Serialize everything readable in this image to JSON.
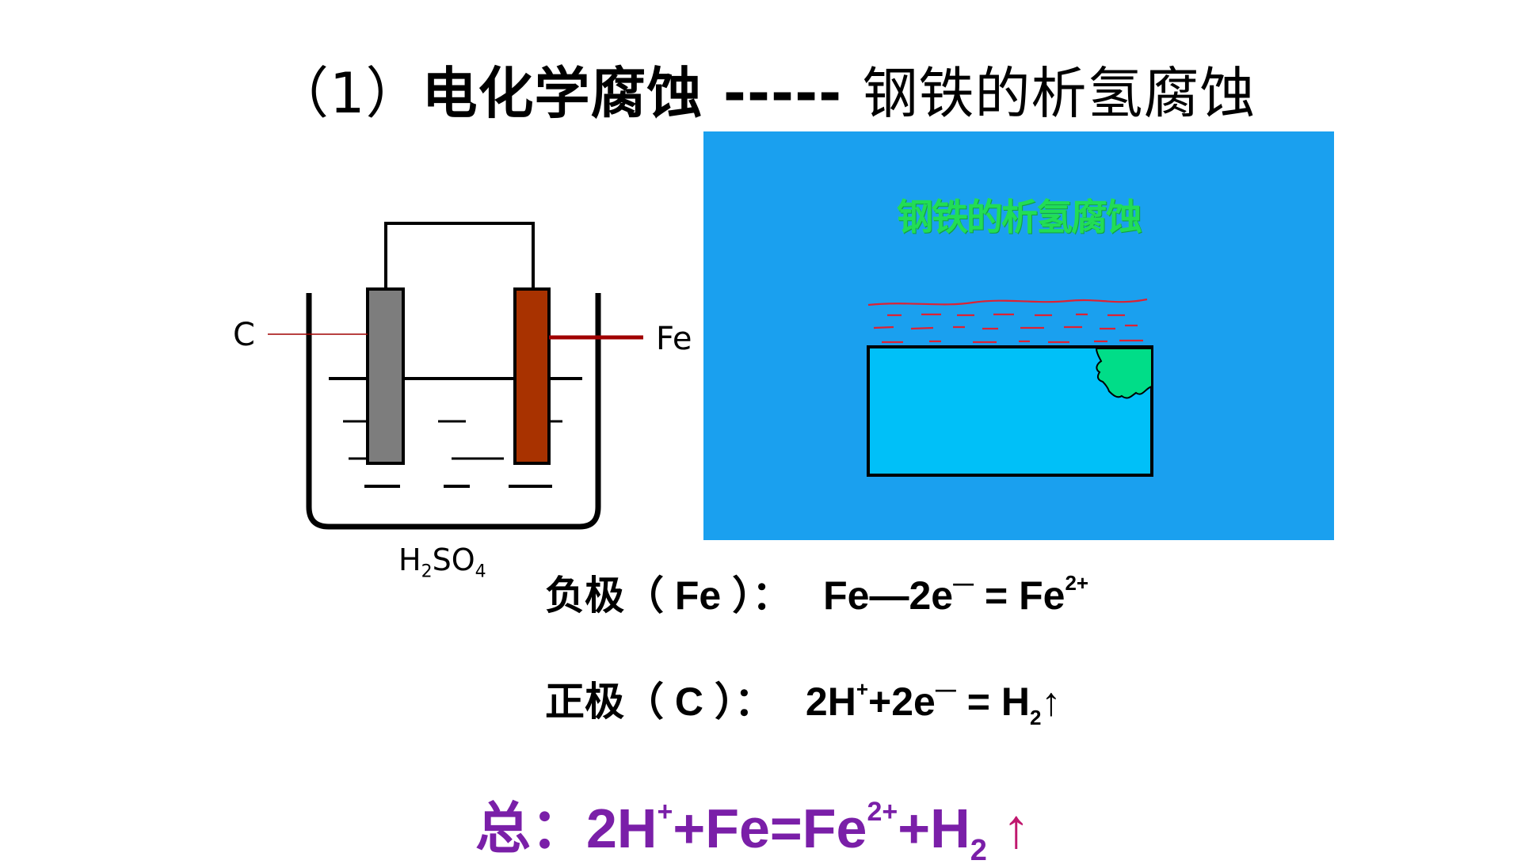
{
  "title": {
    "prefix": "（1）",
    "bold": "电化学腐蚀",
    "dash": " ----- ",
    "rest": "钢铁的析氢腐蚀"
  },
  "cell": {
    "label_c": "C",
    "label_fe": "Fe",
    "electrolyte_main": "H",
    "electrolyte_sub1": "2",
    "electrolyte_mid": "SO",
    "electrolyte_sub2": "4",
    "colors": {
      "carbon": "#7d7d7d",
      "iron": "#a83200",
      "fe_lead": "#a00000"
    }
  },
  "animation": {
    "title": "钢铁的析氢腐蚀",
    "colors": {
      "background": "#1aa0ef",
      "title": "#22dd55",
      "metal": "#00c0f8",
      "rust": "#00dd88",
      "liquid": "#dd2233"
    }
  },
  "equations": {
    "negative": {
      "label": "负极（ Fe ）：",
      "lhs": "Fe—2e",
      "lhs_sup": "—",
      "eq": " = Fe",
      "rhs_sup": "2+"
    },
    "positive": {
      "label": "正极（ C ）：",
      "h": "2H",
      "h_sup": "+",
      "mid": "+2e",
      "mid_sup": "—",
      "rhs": " = H",
      "rhs_sub": "2",
      "arrow": "↑"
    },
    "total": {
      "label": "总：",
      "a": "2H",
      "a_sup": "+",
      "b": "+Fe=Fe",
      "b_sup": "2+",
      "c": "+H",
      "c_sub": "2",
      "arrow": " ↑"
    }
  }
}
